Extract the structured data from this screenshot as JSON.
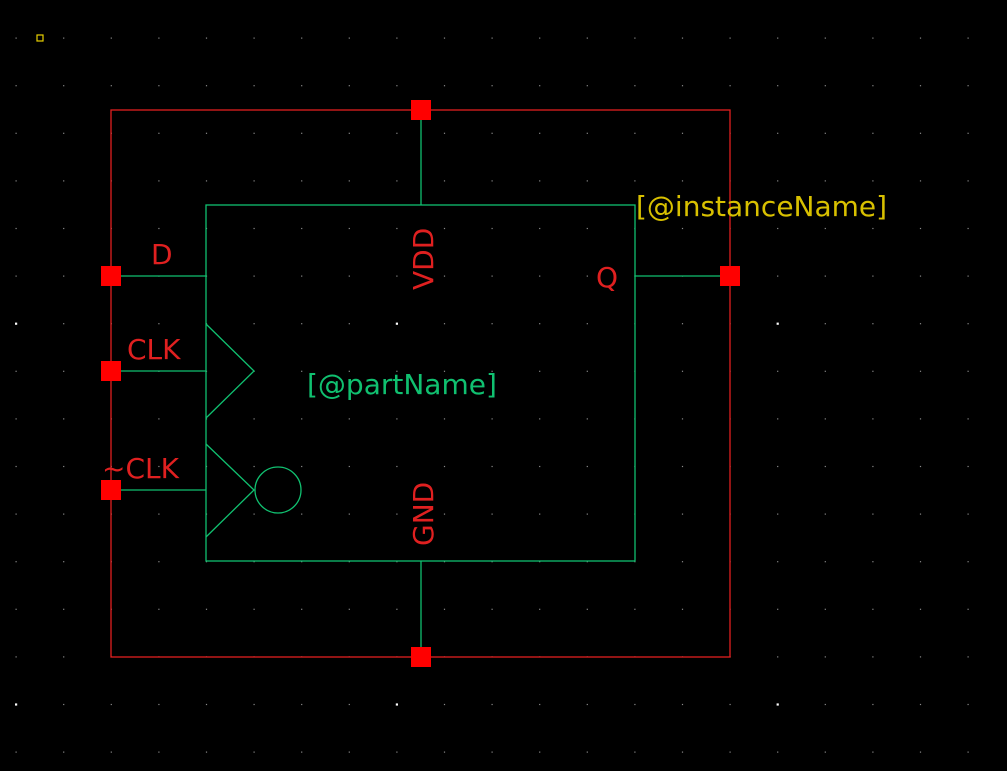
{
  "colors": {
    "background": "#000000",
    "grid_dot": "#8a8a8a",
    "grid_major": "#ffffff",
    "bounding_box": "#e02020",
    "symbol_body": "#10c070",
    "pin_marker": "#ff0000",
    "pin_label": "#e02020",
    "part_name": "#10c070",
    "instance_name": "#d8c000",
    "origin_marker": "#e8d000"
  },
  "symbol": {
    "part_name": "[@partName]",
    "instance_name": "[@instanceName]",
    "pins": {
      "d": "D",
      "clk": "CLK",
      "clk_bar": "~CLK",
      "q": "Q",
      "vdd": "VDD",
      "gnd": "GND"
    }
  }
}
